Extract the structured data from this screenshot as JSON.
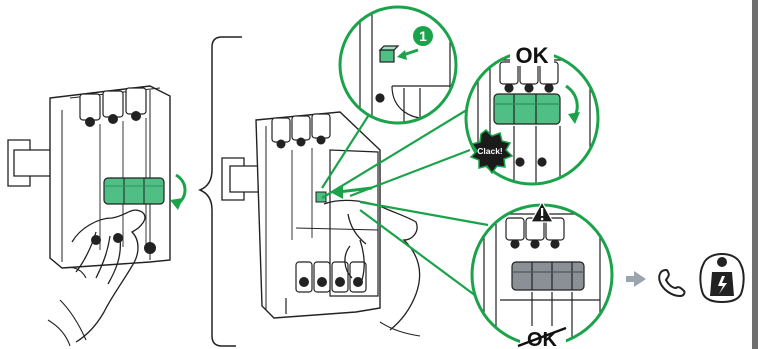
{
  "callouts": {
    "step_number": "1",
    "ok_label": "OK",
    "not_ok_label": "OK",
    "clack_label": "Clack!"
  },
  "icons": {
    "warning": "warning-triangle-icon",
    "arrow": "arrow-right-icon",
    "phone": "phone-icon",
    "technician": "qualified-electrician-icon"
  },
  "colors": {
    "accent_green": "#1aa34a",
    "switch_green": "#4fbf85",
    "arrow_gray": "#9aa5ad",
    "line": "#222222"
  }
}
